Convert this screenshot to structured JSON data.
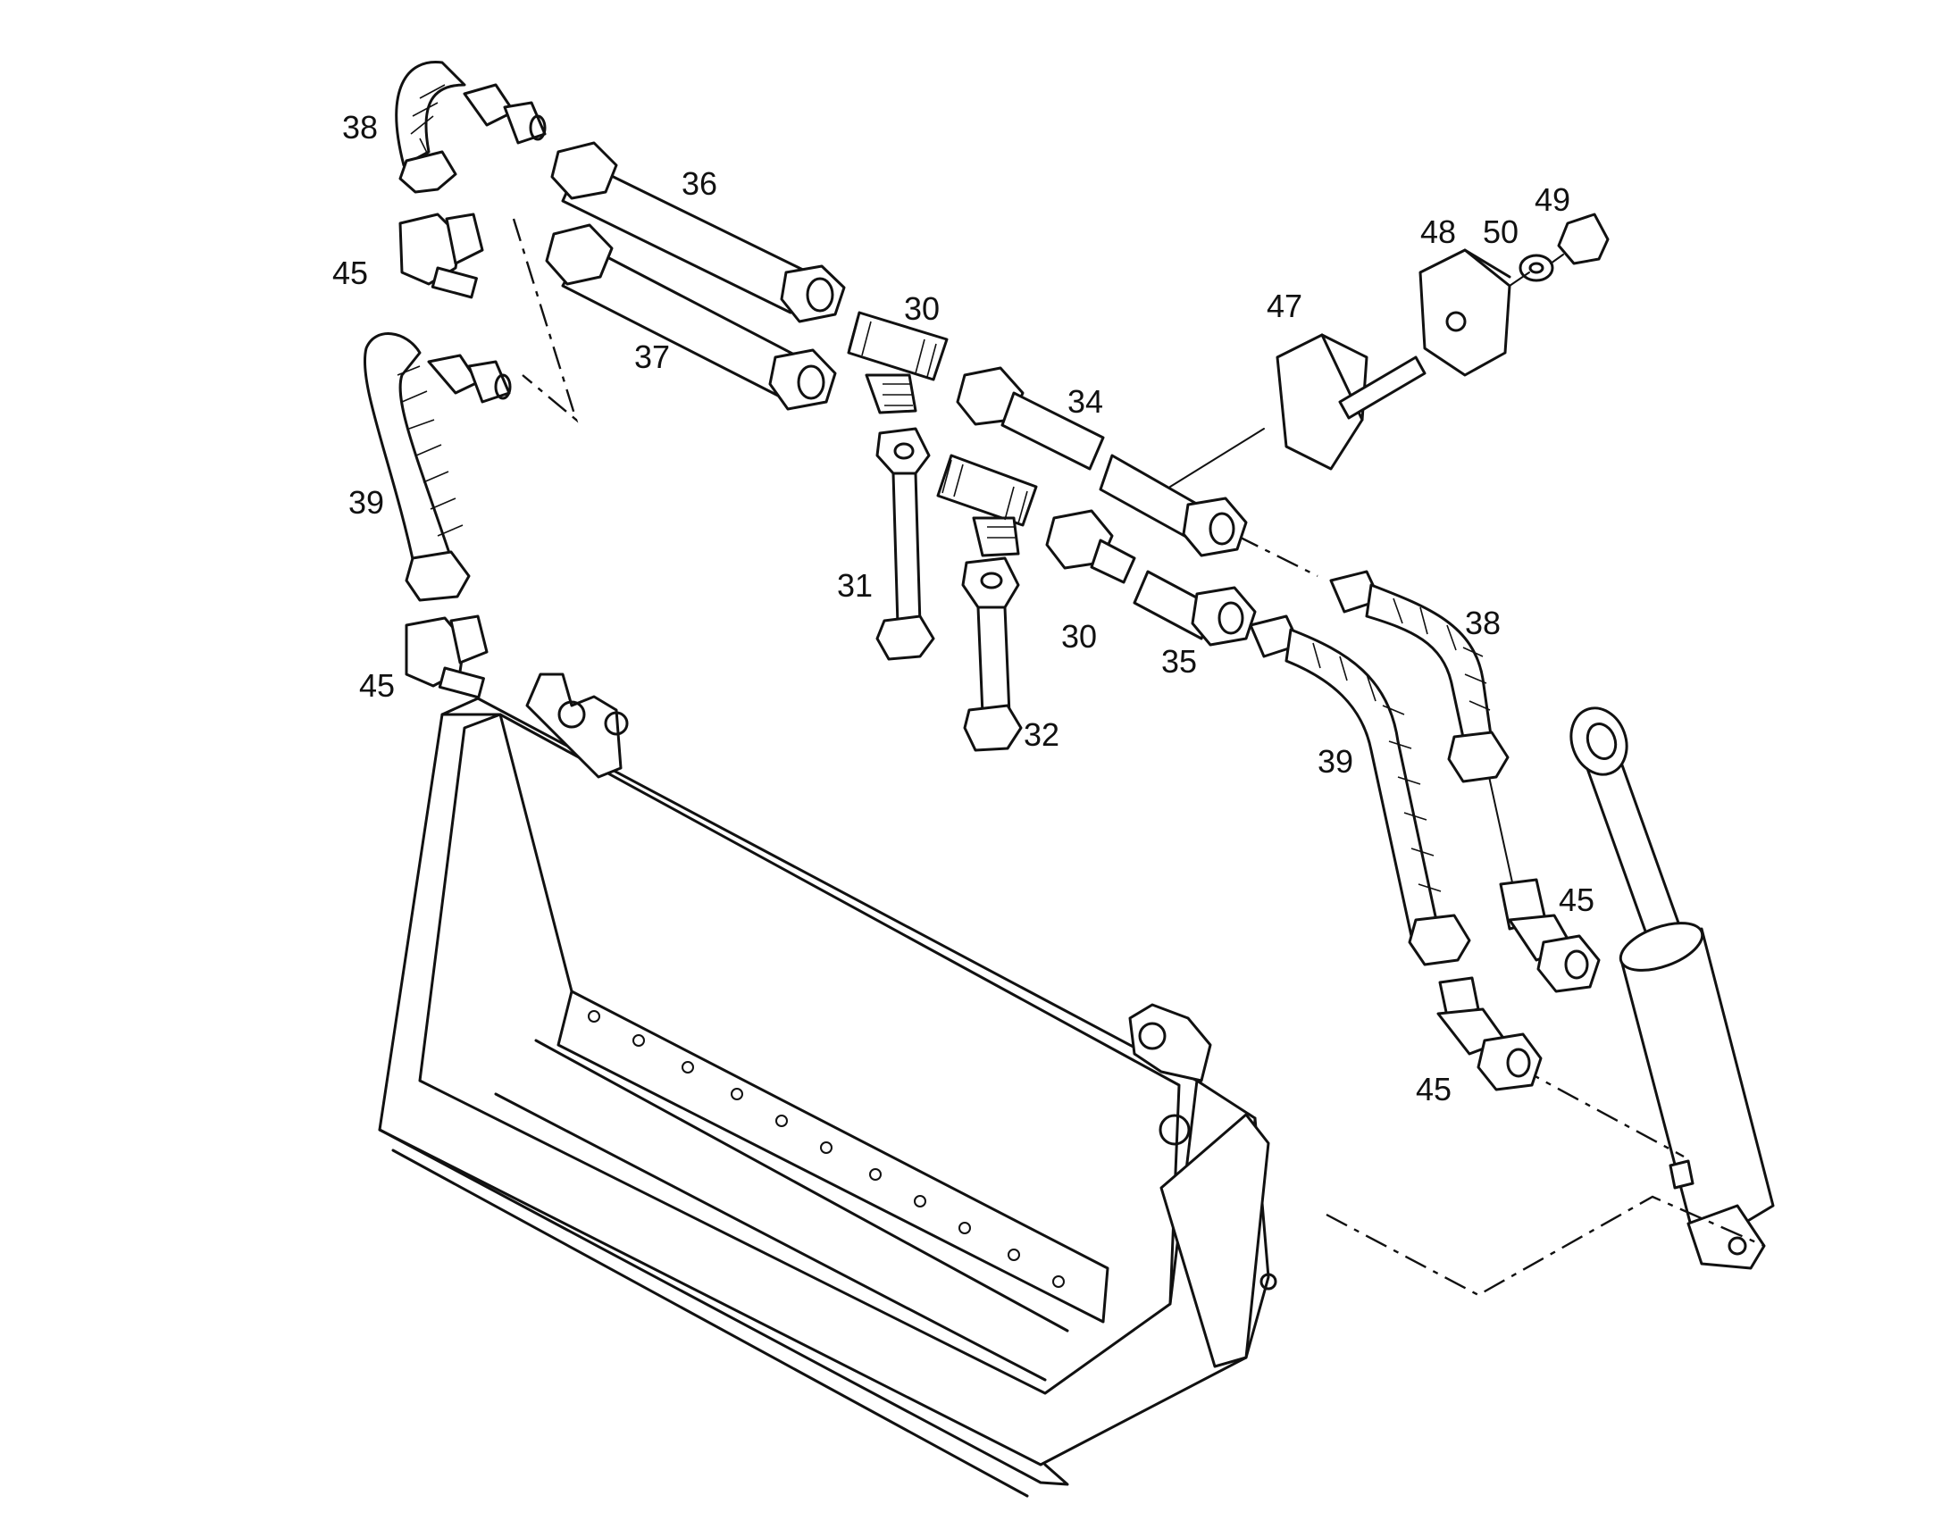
{
  "callouts": {
    "c30a": "30",
    "c30b": "30",
    "c31": "31",
    "c32": "32",
    "c34": "34",
    "c35": "35",
    "c36": "36",
    "c37": "37",
    "c38a": "38",
    "c38b": "38",
    "c39a": "39",
    "c39b": "39",
    "c45a": "45",
    "c45b": "45",
    "c45c": "45",
    "c45d": "45",
    "c47": "47",
    "c48": "48",
    "c49": "49",
    "c50": "50"
  }
}
